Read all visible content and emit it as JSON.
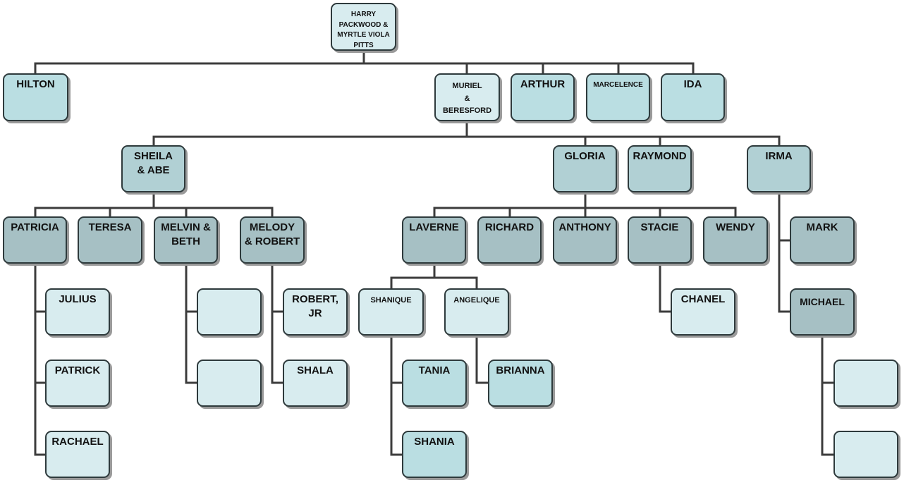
{
  "nodes": {
    "root": "HARRY\nPACKWOOD &\nMYRTLE VIOLA\nPITTS",
    "hilton": "HILTON",
    "muriel": "MURIEL\n&\nBERESFORD",
    "arthur": "ARTHUR",
    "marcelence": "MARCELENCE",
    "ida": "IDA",
    "sheila": "SHEILA\n& ABE",
    "gloria": "GLORIA",
    "raymond": "RAYMOND",
    "irma": "IRMA",
    "patricia": "PATRICIA",
    "teresa": "TERESA",
    "melvin": "MELVIN &\nBETH",
    "melody": "MELODY\n& ROBERT",
    "laverne": "LAVERNE",
    "richard": "RICHARD",
    "anthony": "ANTHONY",
    "stacie": "STACIE",
    "wendy": "WENDY",
    "mark": "MARK",
    "julius": "JULIUS",
    "patrick": "PATRICK",
    "rachael": "RACHAEL",
    "melvin_child1": "",
    "melvin_child2": "",
    "robert_jr": "ROBERT,\nJR",
    "shala": "SHALA",
    "shanique": "SHANIQUE",
    "angelique": "ANGELIQUE",
    "tania": "TANIA",
    "shania": "SHANIA",
    "brianna": "BRIANNA",
    "chanel": "CHANEL",
    "michael": "MICHAEL",
    "michael_child1": "",
    "michael_child2": ""
  },
  "colors": {
    "light": "#d8ecef",
    "mid": "#badee2",
    "blue": "#b1d0d4",
    "gray": "#a6c0c4",
    "connector": "#3c3c3c",
    "border": "#2e3a3c"
  }
}
